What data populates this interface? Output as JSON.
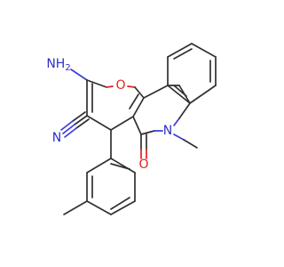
{
  "atoms": {
    "amino_nh2": {
      "label": "NH2",
      "color": "#2f2fc8"
    },
    "ring_oxygen": {
      "label": "O",
      "color": "#e0231e"
    },
    "nitrile_n": {
      "label": "N",
      "color": "#2f2fc8"
    },
    "ring_nitrogen": {
      "label": "N",
      "color": "#2f2fc8"
    },
    "carbonyl_o": {
      "label": "O",
      "color": "#e0231e"
    }
  }
}
